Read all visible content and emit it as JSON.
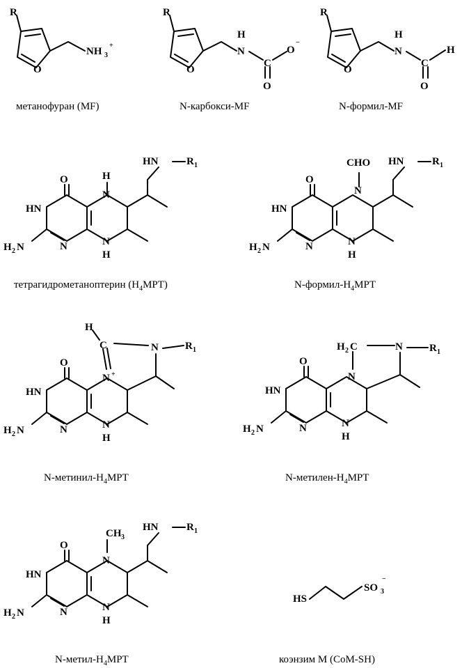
{
  "captions": {
    "methanofuran": "метанофуран (MF)",
    "n_carboxy_mf": "N-карбокси-MF",
    "n_formyl_mf": "N-формил-MF",
    "h4mpt_main": "тетрагидрометаноптерин (H",
    "h4mpt_sub": "4",
    "h4mpt_tail": "MPT)",
    "n_formyl_h4mpt_main": "N-формил-H",
    "n_formyl_h4mpt_sub": "4",
    "n_formyl_h4mpt_tail": "MPT",
    "n_methenyl_h4mpt_main": "N-метинил-H",
    "n_methenyl_h4mpt_sub": "4",
    "n_methenyl_h4mpt_tail": "MPT",
    "n_methylene_h4mpt_main": "N-метилен-H",
    "n_methylene_h4mpt_sub": "4",
    "n_methylene_h4mpt_tail": "MPT",
    "n_methyl_h4mpt_main": "N-метил-H",
    "n_methyl_h4mpt_sub": "4",
    "n_methyl_h4mpt_tail": "MPT",
    "com_sh": "коэнзим M (CoM-SH)"
  },
  "atoms": {
    "R": "R",
    "O": "O",
    "NH3": "NH",
    "three": "3",
    "plus": "+",
    "minus": "−",
    "N": "N",
    "H": "H",
    "C": "C",
    "HN": "HN",
    "H2N_H": "H",
    "two": "2",
    "R1_R": "R",
    "one": "1",
    "CHO": "CHO",
    "CH3_CH": "CH",
    "H2C_H": "H",
    "H2C_C": "C",
    "HS": "HS",
    "SO3_SO": "SO",
    "N_plus": "N"
  }
}
